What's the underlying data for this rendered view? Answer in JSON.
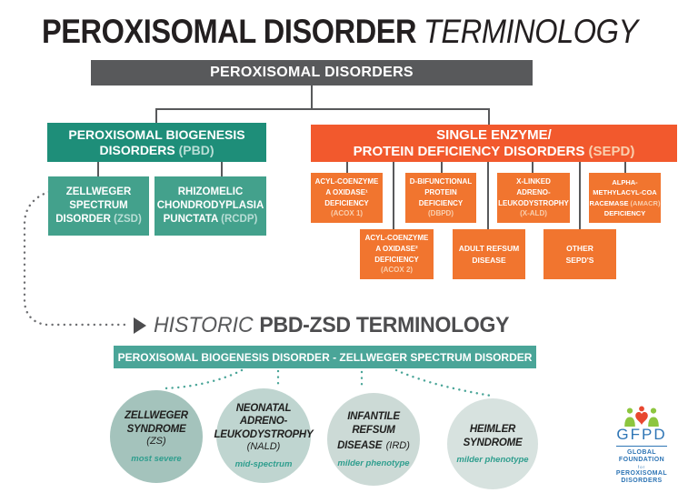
{
  "palette": {
    "ink": "#231f20",
    "gray-bar": "#58595b",
    "line": "#58595b",
    "dot-gray": "#6d6e71",
    "teal-dark": "#1e8e79",
    "teal-mid": "#43a18c",
    "teal-bar": "#4aa598",
    "teal-pale-text": "#b9ded6",
    "orange-parent": "#f2592d",
    "orange-child": "#f1752f",
    "orange-pale-text": "#f9cfae",
    "caption-teal": "#2f9e8e",
    "heading-gray": "#4d4d4f",
    "circle1": "#a4c3bc",
    "circle2": "#bfd5d0",
    "circle3": "#ccdad6",
    "circle4": "#d7e2df",
    "logo-blue": "#2e75b5",
    "logo-green": "#8dc63f",
    "logo-red": "#e8472f"
  },
  "title": {
    "main": "PEROXISOMAL DISORDER",
    "accent": "TERMINOLOGY"
  },
  "tree": {
    "root": "PEROXISOMAL DISORDERS",
    "pbd": {
      "line1": "PEROXISOMAL BIOGENESIS",
      "line2_main": "DISORDERS",
      "line2_paren": "(PBD)"
    },
    "sepd": {
      "line1": "SINGLE ENZYME/",
      "line2_main": "PROTEIN DEFICIENCY DISORDERS",
      "line2_paren": "(SEPD)"
    },
    "zsd": {
      "line1": "ZELLWEGER",
      "line2": "SPECTRUM",
      "line3_main": "DISORDER",
      "line3_paren": "(ZSD)"
    },
    "rcdp": {
      "line1": "RHIZOMELIC",
      "line2": "CHONDRODYPLASIA",
      "line3_main": "PUNCTATA",
      "line3_paren": "(RCDP)"
    },
    "acox1": {
      "line1": "ACYL-COENZYME",
      "line2": "A OXIDASE¹",
      "line3": "DEFICIENCY",
      "paren": "(ACOX 1)"
    },
    "dbpd": {
      "line1": "D-BIFUNCTIONAL",
      "line2": "PROTEIN",
      "line3": "DEFICIENCY",
      "paren": "(DBPD)"
    },
    "xald": {
      "line1": "X-LINKED",
      "line2": "ADRENO-",
      "line3": "LEUKODYSTROPHY",
      "paren": "(X-ALD)"
    },
    "amacr": {
      "line1": "ALPHA-",
      "line2": "METHYLACYL-COA",
      "line3_main": "RACEMASE",
      "line3_paren": "(AMACR)",
      "line4": "DEFICIENCY"
    },
    "acox2": {
      "line1": "ACYL-COENZYME",
      "line2": "A OXIDASE²",
      "line3": "DEFICIENCY",
      "paren": "(ACOX 2)"
    },
    "refsum": {
      "line1": "ADULT REFSUM",
      "line2": "DISEASE"
    },
    "other": {
      "line1": "OTHER",
      "line2": "SEPD'S"
    }
  },
  "historic": {
    "italic": "HISTORIC",
    "bold": "PBD-ZSD TERMINOLOGY",
    "bar": "PEROXISOMAL BIOGENESIS DISORDER - ZELLWEGER SPECTRUM DISORDER"
  },
  "spectrum": {
    "zs": {
      "l1": "ZELLWEGER",
      "l2": "SYNDROME",
      "paren": "(ZS)",
      "caption": "most severe"
    },
    "nald": {
      "l1": "NEONATAL",
      "l2": "ADRENO-",
      "l3": "LEUKODYSTROPHY",
      "paren": "(NALD)",
      "caption": "mid-spectrum"
    },
    "ird": {
      "l1": "INFANTILE",
      "l2": "REFSUM",
      "l3": "DISEASE",
      "paren": "(IRD)",
      "caption": "milder phenotype"
    },
    "heimler": {
      "l1": "HEIMLER",
      "l2": "SYNDROME",
      "caption": "milder phenotype"
    }
  },
  "logo": {
    "acronym": "GFPD",
    "word1": "GLOBAL",
    "word2": "FOUNDATION",
    "mid": "for",
    "word3": "PEROXISOMAL",
    "word4": "DISORDERS"
  }
}
